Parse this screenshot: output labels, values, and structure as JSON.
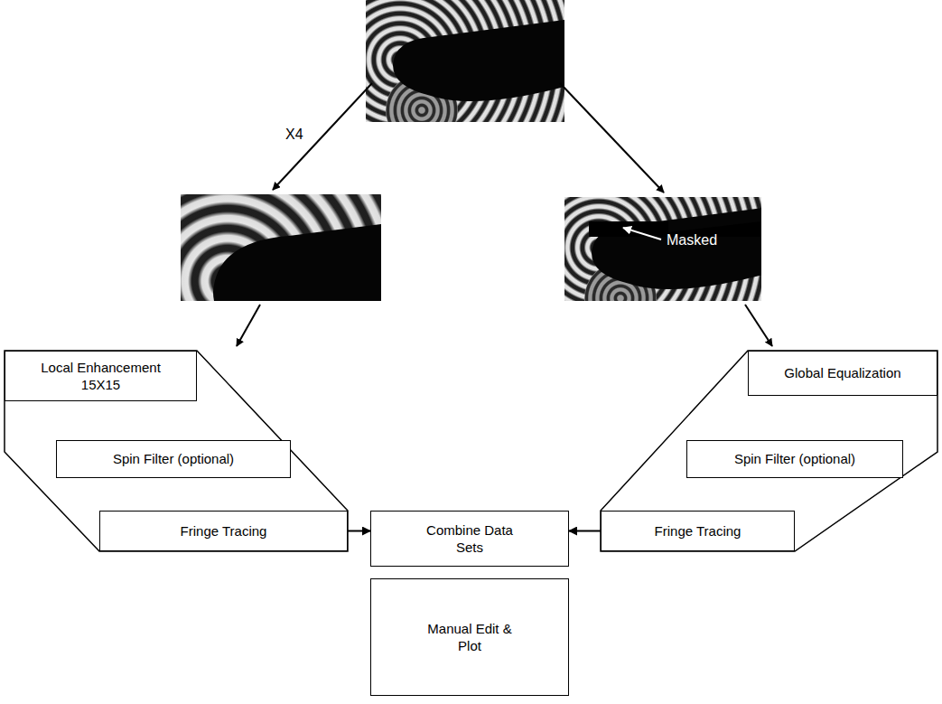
{
  "diagram": {
    "nodes": [
      {
        "text": [
          "Local Enhancement 15X15"
        ]
      },
      {
        "text": [
          "Spin Filter (optional)"
        ]
      },
      {
        "text": [
          "Fringe Tracing"
        ]
      },
      {
        "text": [
          "Combine Data Sets"
        ]
      },
      {
        "text": [
          "Manual Edit & Plot"
        ]
      },
      {
        "text": [
          "Global Equalization"
        ]
      },
      {
        "text": [
          "Spin Filter (optional)"
        ]
      },
      {
        "text": [
          "Fringe Tracing"
        ]
      }
    ],
    "edges": [
      {
        "from": 2,
        "to": 3,
        "arrow": "to"
      },
      {
        "from": 7,
        "to": 3,
        "arrow": "to"
      }
    ],
    "labels": [
      "X4",
      "Masked"
    ]
  }
}
